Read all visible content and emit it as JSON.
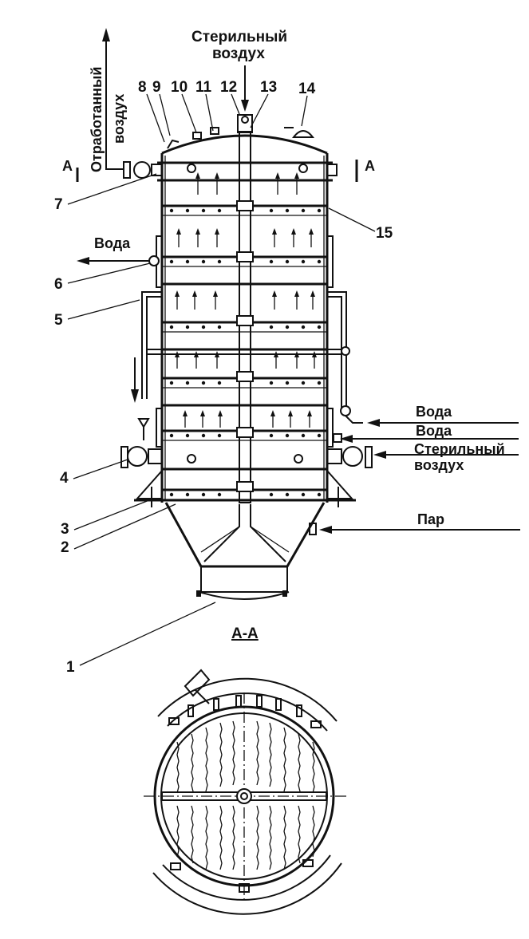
{
  "labels": {
    "sterile_air_top_1": "Стерильный",
    "sterile_air_top_2": "воздух",
    "exhaust_air_1": "Отработанный",
    "exhaust_air_2": "воздух",
    "water_left": "Вода",
    "water_right_1": "Вода",
    "water_right_2": "Вода",
    "sterile_air_right_1": "Стерильный",
    "sterile_air_right_2": "воздух",
    "steam": "Пар",
    "section_mark_left": "А",
    "section_mark_right": "А",
    "section_title": "А-А"
  },
  "numbers": {
    "n1": "1",
    "n2": "2",
    "n3": "3",
    "n4": "4",
    "n5": "5",
    "n6": "6",
    "n7": "7",
    "n8": "8",
    "n9": "9",
    "n10": "10",
    "n11": "11",
    "n12": "12",
    "n13": "13",
    "n14": "14",
    "n15": "15"
  }
}
